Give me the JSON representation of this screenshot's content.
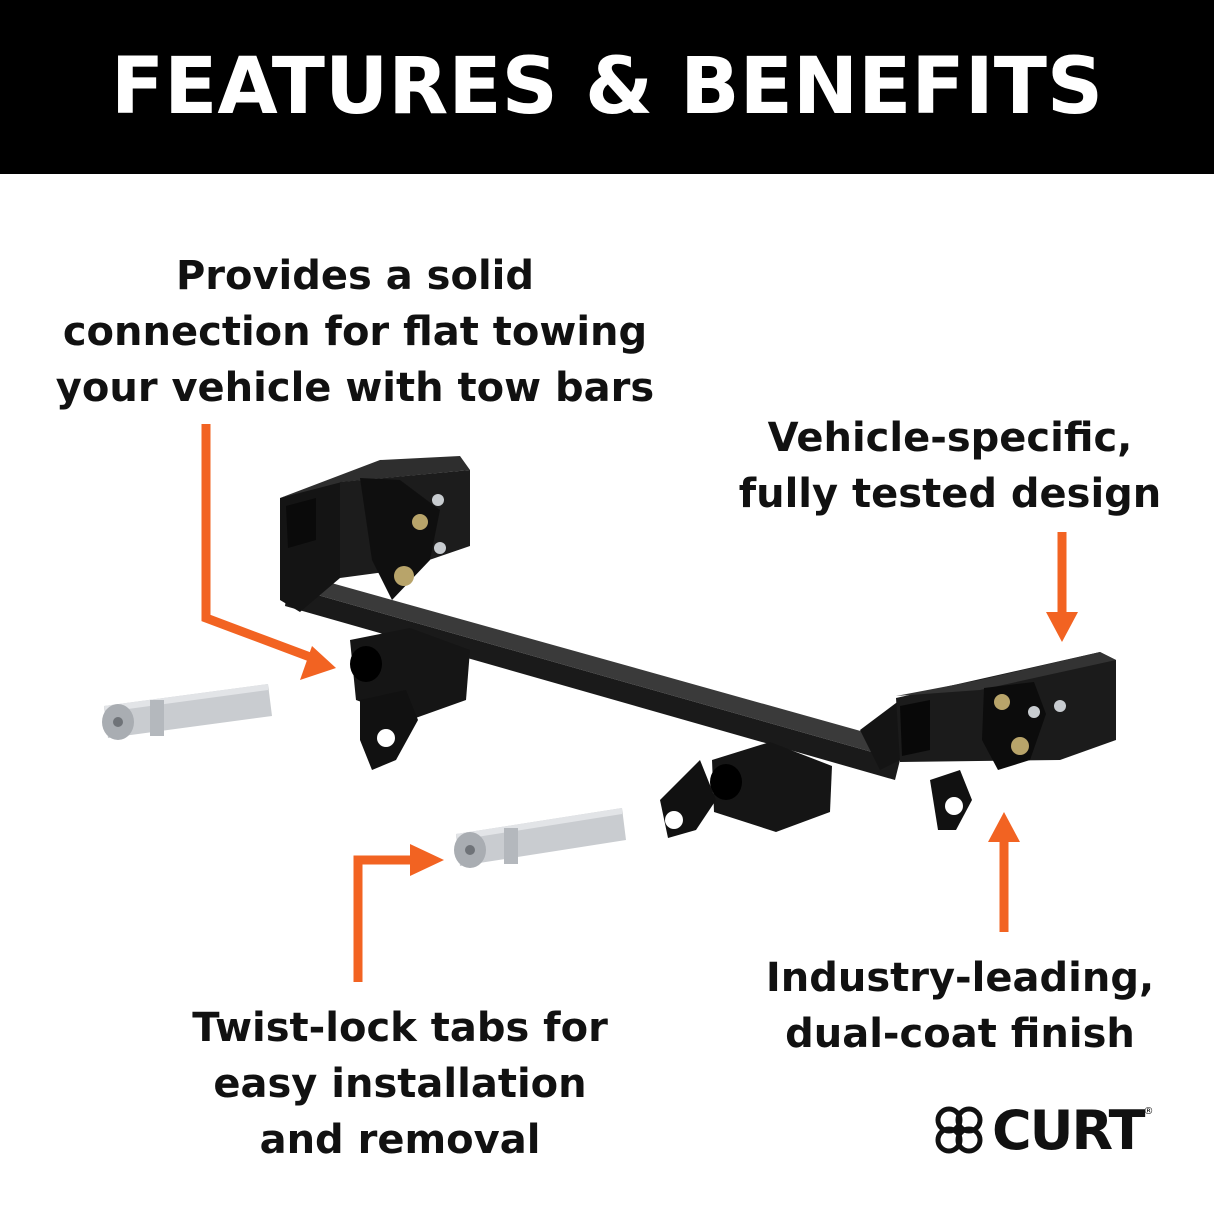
{
  "header": {
    "title": "FEATURES & BENEFITS"
  },
  "callouts": {
    "solid_connection": "Provides a solid\nconnection for flat towing\nyour vehicle with tow bars",
    "vehicle_specific": "Vehicle-specific,\nfully tested design",
    "twist_lock": "Twist-lock tabs for\neasy installation\nand removal",
    "finish": "Industry-leading,\ndual-coat finish"
  },
  "brand": {
    "name": "CURT",
    "mark": "®"
  },
  "colors": {
    "accent": "#F26322",
    "header_bg": "#000000",
    "steel": "#1a1a1a",
    "tab": "#c9ccd0"
  }
}
